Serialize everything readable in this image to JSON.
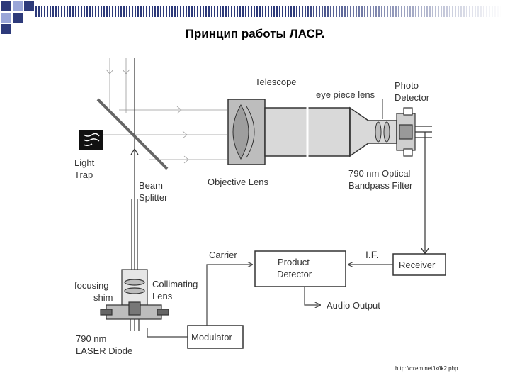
{
  "slide": {
    "title": "Принцип работы ЛАСР.",
    "source_url": "http://cxem.net/ik/ik2.php"
  },
  "diagram": {
    "labels": {
      "telescope": "Telescope",
      "eye_piece_lens": "eye piece lens",
      "photo_detector": [
        "Photo",
        "Detector"
      ],
      "light_trap": [
        "Light",
        "Trap"
      ],
      "beam_splitter": [
        "Beam",
        "Splitter"
      ],
      "objective_lens": "Objective Lens",
      "optical_filter": [
        "790 nm Optical",
        "Bandpass Filter"
      ],
      "carrier": "Carrier",
      "product_detector": [
        "Product",
        "Detector"
      ],
      "if": "I.F.",
      "receiver": "Receiver",
      "audio_output": "Audio Output",
      "focusing_shim": [
        "focusing",
        "shim"
      ],
      "collimating_lens": [
        "Collimating",
        "Lens"
      ],
      "laser_diode": [
        "790 nm",
        "LASER Diode"
      ],
      "modulator": "Modulator"
    }
  },
  "colors": {
    "corner_dark": "#2d3a7a",
    "corner_light": "#9aa6d8",
    "line": "#444444",
    "fill_gray": "#c8c8c8"
  }
}
